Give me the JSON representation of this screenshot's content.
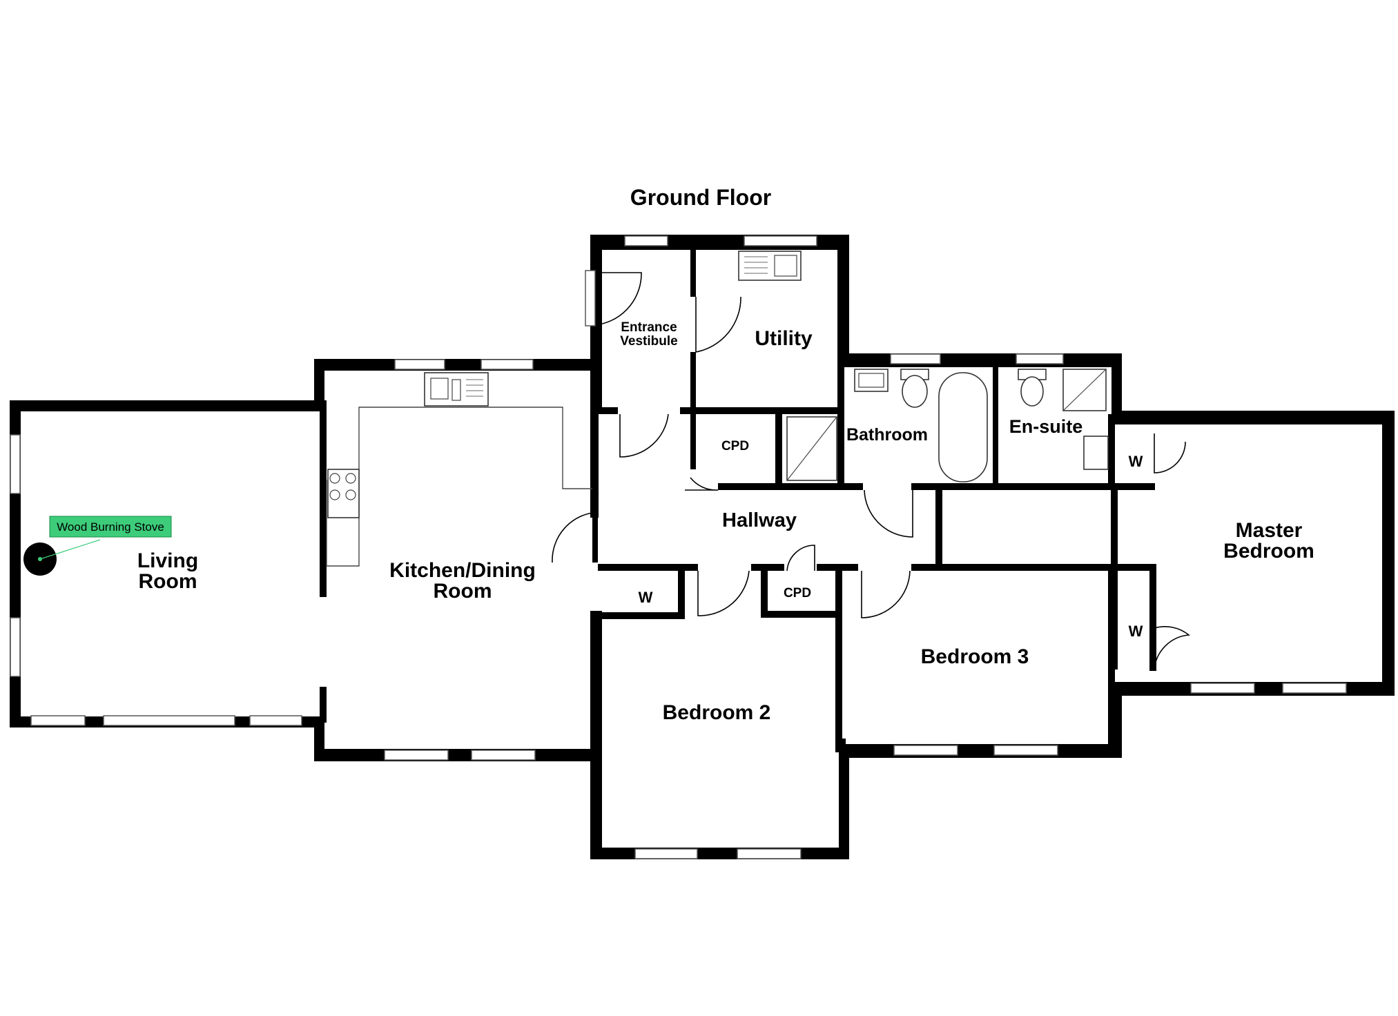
{
  "floor_title": "Ground Floor",
  "rooms": {
    "living_room": [
      "Living",
      "Room"
    ],
    "kitchen_dining": [
      "Kitchen/Dining",
      "Room"
    ],
    "entrance_vestibule": [
      "Entrance",
      "Vestibule"
    ],
    "utility": "Utility",
    "cpd_upper": "CPD",
    "bathroom": "Bathroom",
    "en_suite": "En-suite",
    "master_bedroom": [
      "Master",
      "Bedroom"
    ],
    "hallway": "Hallway",
    "wardrobe_hall": "W",
    "cpd_lower": "CPD",
    "bedroom_2": "Bedroom 2",
    "bedroom_3": "Bedroom 3",
    "wardrobe_master_top": "W",
    "wardrobe_master_bottom": "W"
  },
  "annotations": {
    "stove_callout": "Wood Burning Stove",
    "callout_color": "#3dcc7a"
  }
}
